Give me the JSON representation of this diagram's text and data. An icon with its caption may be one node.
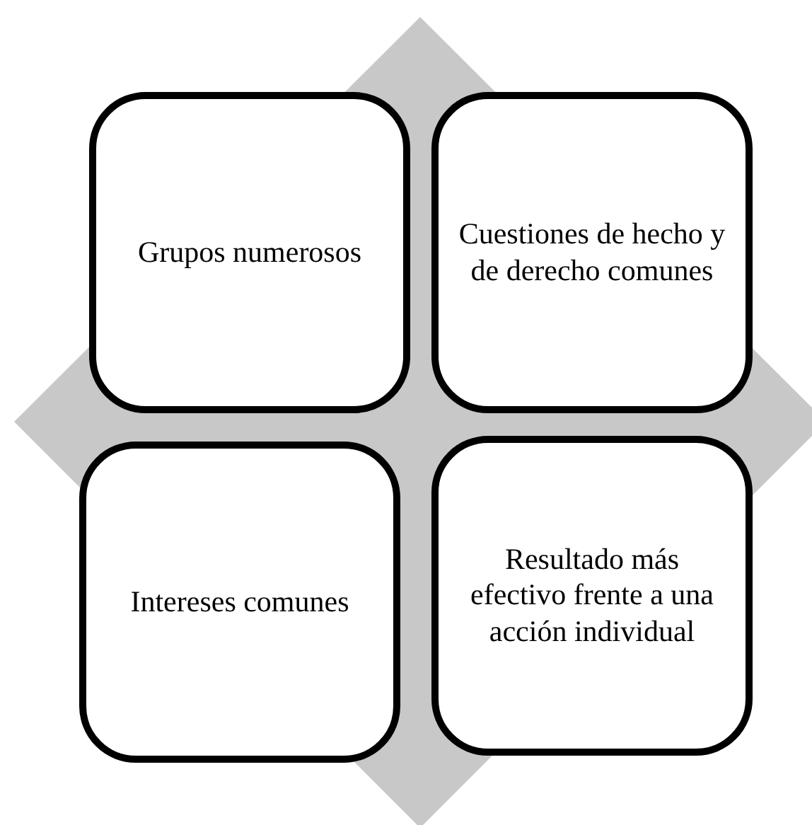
{
  "diagram": {
    "nodes": [
      {
        "text": [
          "Grupos numerosos"
        ]
      },
      {
        "text": [
          "Cuestiones de hecho y de derecho comunes"
        ]
      },
      {
        "text": [
          "Intereses comunes"
        ]
      },
      {
        "text": [
          "Resultado más efectivo frente a una acción individual"
        ]
      }
    ]
  }
}
